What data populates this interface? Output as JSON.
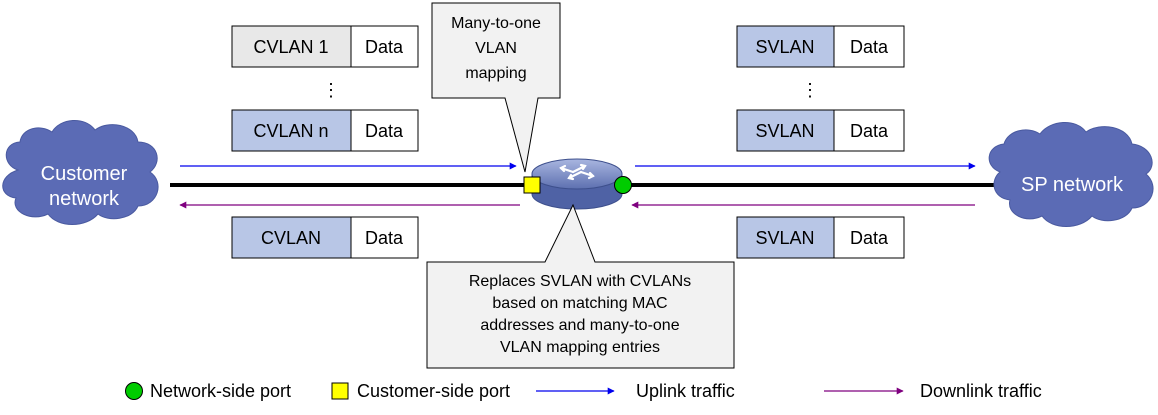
{
  "colors": {
    "cloud_fill": "#5b6bb5",
    "cloud_text": "#ffffff",
    "tag_fill_blue": "#b8c6e6",
    "tag_fill_gray": "#e8e8e8",
    "callout_fill": "#f2f2f2",
    "uplink_arrow": "#0000ee",
    "downlink_arrow": "#7f007f",
    "network_port": "#00cc00",
    "customer_port": "#ffff00",
    "switch_body": "#7f92c8"
  },
  "icons": {
    "switch": "switch-icon",
    "network_port": "circle-icon",
    "customer_port": "square-icon"
  },
  "clouds": {
    "customer": [
      "Customer",
      "network"
    ],
    "sp": "SP network"
  },
  "frames": {
    "cvlan_1": {
      "tag": "CVLAN 1",
      "data": "Data"
    },
    "cvlan_n": {
      "tag": "CVLAN n",
      "data": "Data"
    },
    "svlan_top": {
      "tag": "SVLAN",
      "data": "Data"
    },
    "svlan_mid": {
      "tag": "SVLAN",
      "data": "Data"
    },
    "cvlan_down": {
      "tag": "CVLAN",
      "data": "Data"
    },
    "svlan_down": {
      "tag": "SVLAN",
      "data": "Data"
    }
  },
  "ellipsis": "⋮",
  "callouts": {
    "top": [
      "Many-to-one",
      "VLAN",
      "mapping"
    ],
    "bottom": [
      "Replaces SVLAN with CVLANs",
      "based on matching MAC",
      "addresses and many-to-one",
      "VLAN mapping entries"
    ]
  },
  "legend": {
    "network_port": "Network-side port",
    "customer_port": "Customer-side port",
    "uplink": "Uplink traffic",
    "downlink": "Downlink traffic"
  }
}
